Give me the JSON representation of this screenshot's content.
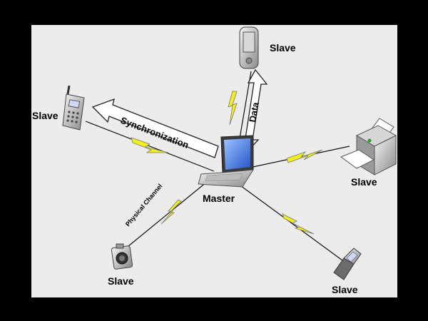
{
  "colors": {
    "frame": "#000000",
    "canvas": "#ececec",
    "bolt": "#f2ef1c",
    "arrow_fill": "#ffffff",
    "link_line": "#111111"
  },
  "labels": {
    "master": "Master",
    "slave_pda": "Slave",
    "slave_phone": "Slave",
    "slave_printer": "Slave",
    "slave_camera": "Slave",
    "slave_cellphone": "Slave",
    "synchronization": "Synchronization",
    "data": "Data",
    "physical_channel": "Physical Channel"
  },
  "nodes": [
    {
      "id": "master",
      "device": "laptop-icon"
    },
    {
      "id": "slave_pda",
      "device": "pda-icon"
    },
    {
      "id": "slave_phone",
      "device": "cordless-phone-icon"
    },
    {
      "id": "slave_printer",
      "device": "printer-icon"
    },
    {
      "id": "slave_camera",
      "device": "camera-icon"
    },
    {
      "id": "slave_cellphone",
      "device": "flip-phone-icon"
    }
  ]
}
